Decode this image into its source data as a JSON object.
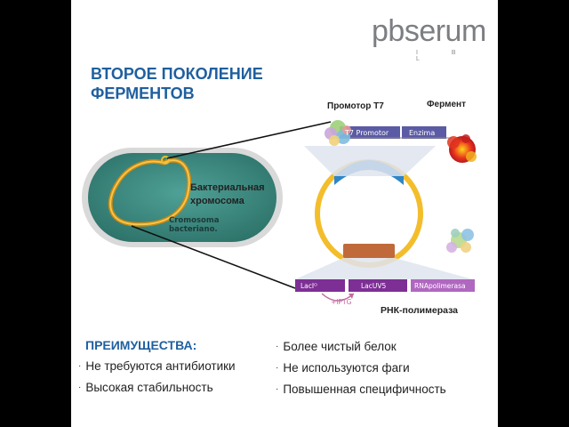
{
  "logo": {
    "text": "pbserum",
    "subtitle": "I  B  L"
  },
  "title": {
    "line1": "ВТОРОЕ ПОКОЛЕНИЕ",
    "line2": "ФЕРМЕНТОВ"
  },
  "diagram": {
    "label_promoter": "Промотор T7",
    "label_enzyme": "Фермент",
    "label_chromosome_line1": "Бактериальная",
    "label_chromosome_line2": "хромосома",
    "cromosoma_line1": "Cromosoma",
    "cromosoma_line2": "bacteriano.",
    "t7_box": "T7 Promotor",
    "enzima_box": "Enzima",
    "laci_box": "LacIᴼ",
    "lacuv5_box": "LacUV5",
    "rnap_box": "RNApolimerasa",
    "iptg": "+IPTG",
    "label_rna_polymerase": "РНК-полимераза",
    "colors": {
      "cell": "#3c8a82",
      "plasmid": "#f3bd2b",
      "promoter_box": "#5b5aa4",
      "lac_box": "#7d2f95",
      "rnap_box": "#b067c0"
    }
  },
  "advantages": {
    "heading": "ПРЕИМУЩЕСТВА:",
    "bullet": "·",
    "left": [
      "Не требуются антибиотики",
      "Высокая стабильность"
    ],
    "right": [
      "Более чистый белок",
      "Не используются фаги",
      "Повышенная специфичность"
    ]
  }
}
